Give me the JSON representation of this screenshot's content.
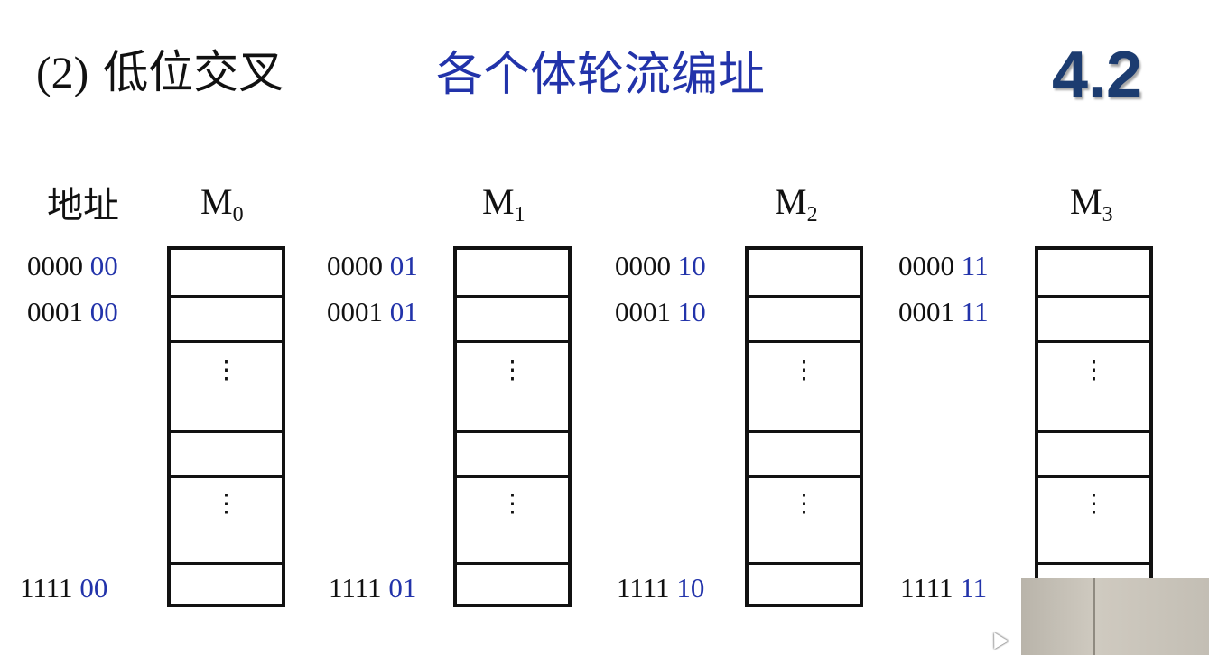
{
  "title": {
    "number": "(2)",
    "text": "低位交叉"
  },
  "subtitle": "各个体轮流编址",
  "section": "4.2",
  "address_header": "地址",
  "modules": [
    {
      "name": "M",
      "sub": "0",
      "addresses": [
        {
          "high": "0000",
          "low": "00"
        },
        {
          "high": "0001",
          "low": "00"
        },
        {
          "high": "1111",
          "low": "00"
        }
      ]
    },
    {
      "name": "M",
      "sub": "1",
      "addresses": [
        {
          "high": "0000",
          "low": "01"
        },
        {
          "high": "0001",
          "low": "01"
        },
        {
          "high": "1111",
          "low": "01"
        }
      ]
    },
    {
      "name": "M",
      "sub": "2",
      "addresses": [
        {
          "high": "0000",
          "low": "10"
        },
        {
          "high": "0001",
          "low": "10"
        },
        {
          "high": "1111",
          "low": "10"
        }
      ]
    },
    {
      "name": "M",
      "sub": "3",
      "addresses": [
        {
          "high": "0000",
          "low": "11"
        },
        {
          "high": "0001",
          "low": "11"
        },
        {
          "high": "1111",
          "low": "11"
        }
      ]
    }
  ],
  "ellipsis": "⋮",
  "colors": {
    "accent": "#2233aa",
    "section": "#1c3c70"
  }
}
